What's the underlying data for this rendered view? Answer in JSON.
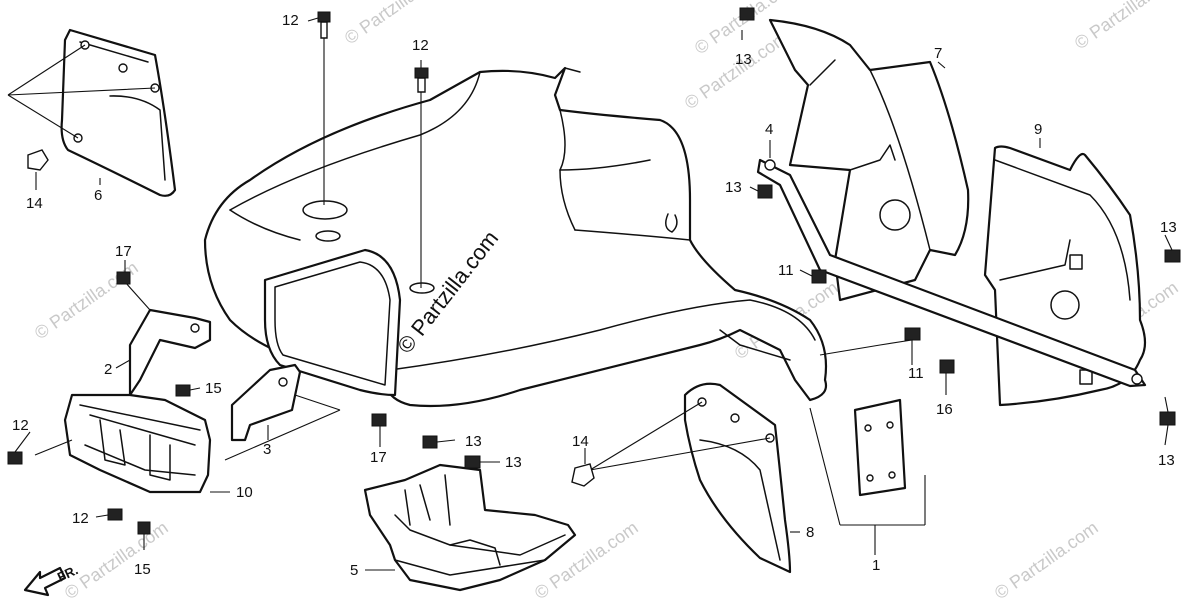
{
  "watermark": {
    "text": "© Partzilla.com",
    "center_text": "© Partzilla.com"
  },
  "direction_indicator": {
    "label": "FR."
  },
  "callouts": [
    {
      "id": "c12a",
      "label": "12"
    },
    {
      "id": "c12b",
      "label": "12"
    },
    {
      "id": "c13a",
      "label": "13"
    },
    {
      "id": "c7",
      "label": "7"
    },
    {
      "id": "c14a",
      "label": "14"
    },
    {
      "id": "c6",
      "label": "6"
    },
    {
      "id": "c4",
      "label": "4"
    },
    {
      "id": "c9",
      "label": "9"
    },
    {
      "id": "c13b",
      "label": "13"
    },
    {
      "id": "c13c",
      "label": "13"
    },
    {
      "id": "c17a",
      "label": "17"
    },
    {
      "id": "c11a",
      "label": "11"
    },
    {
      "id": "c2",
      "label": "2"
    },
    {
      "id": "c15a",
      "label": "15"
    },
    {
      "id": "c11b",
      "label": "11"
    },
    {
      "id": "c16",
      "label": "16"
    },
    {
      "id": "c12c",
      "label": "12"
    },
    {
      "id": "c3",
      "label": "3"
    },
    {
      "id": "c13d",
      "label": "13"
    },
    {
      "id": "c13e",
      "label": "13"
    },
    {
      "id": "c17b",
      "label": "17"
    },
    {
      "id": "c14b",
      "label": "14"
    },
    {
      "id": "c13f",
      "label": "13"
    },
    {
      "id": "c10",
      "label": "10"
    },
    {
      "id": "c12d",
      "label": "12"
    },
    {
      "id": "c8",
      "label": "8"
    },
    {
      "id": "c15b",
      "label": "15"
    },
    {
      "id": "c5",
      "label": "5"
    },
    {
      "id": "c1",
      "label": "1"
    }
  ]
}
